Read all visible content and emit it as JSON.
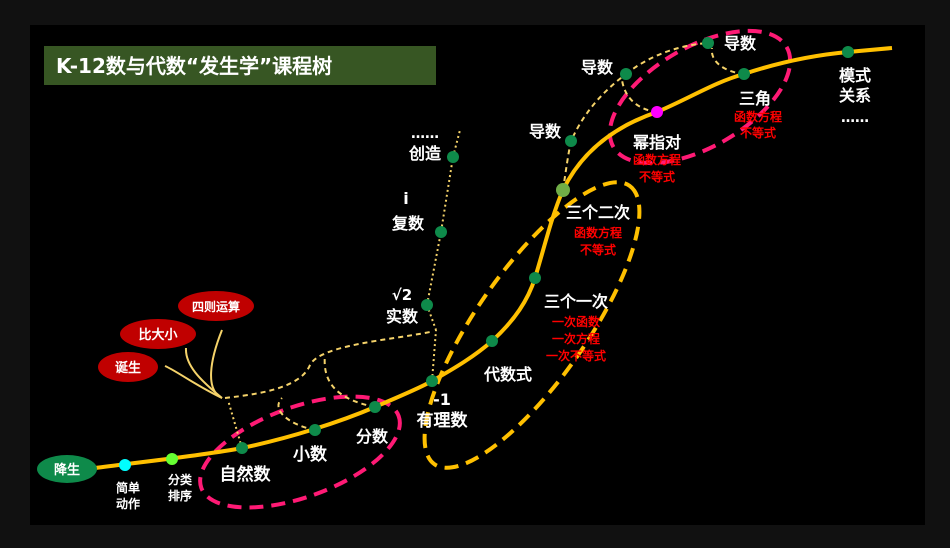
{
  "title": "K-12数与代数“发生学”课程树",
  "colors": {
    "trunk": "#ffc000",
    "node": "#0e8a4a",
    "pink": "#ff1a75",
    "ellipse_red": "#c00000",
    "title_bg": "#375623"
  },
  "nodes": {
    "birth": "降生",
    "simple_action": [
      "简单",
      "动作"
    ],
    "classify_sort": [
      "分类",
      "排序"
    ],
    "natural": "自然数",
    "decimal": "小数",
    "fraction": "分数",
    "neg_one": "-1",
    "rational": "有理数",
    "algebraic": "代数式",
    "three_linear": {
      "title": "三个一次",
      "items": [
        "一次函数",
        "一次方程",
        "一次不等式"
      ]
    },
    "three_quadratic": {
      "title": "三个二次",
      "items": [
        "函数方程",
        "不等式"
      ]
    },
    "power_exp_log": {
      "title": "幂指对",
      "items": [
        "函数方程",
        "不等式"
      ]
    },
    "trig": {
      "title": "三角",
      "items": [
        "函数方程",
        "不等式"
      ]
    },
    "pattern": [
      "模式",
      "关系",
      "……"
    ],
    "derivative_top": "导数",
    "derivative_upper": "导数",
    "derivative_mid": "导数",
    "sqrt2": "√2",
    "real": "实数",
    "i": "i",
    "complex": "复数",
    "create": "创造",
    "create_dots": "……"
  },
  "branches": {
    "four_ops": "四则运算",
    "compare": "比大小",
    "origin": "诞生"
  }
}
